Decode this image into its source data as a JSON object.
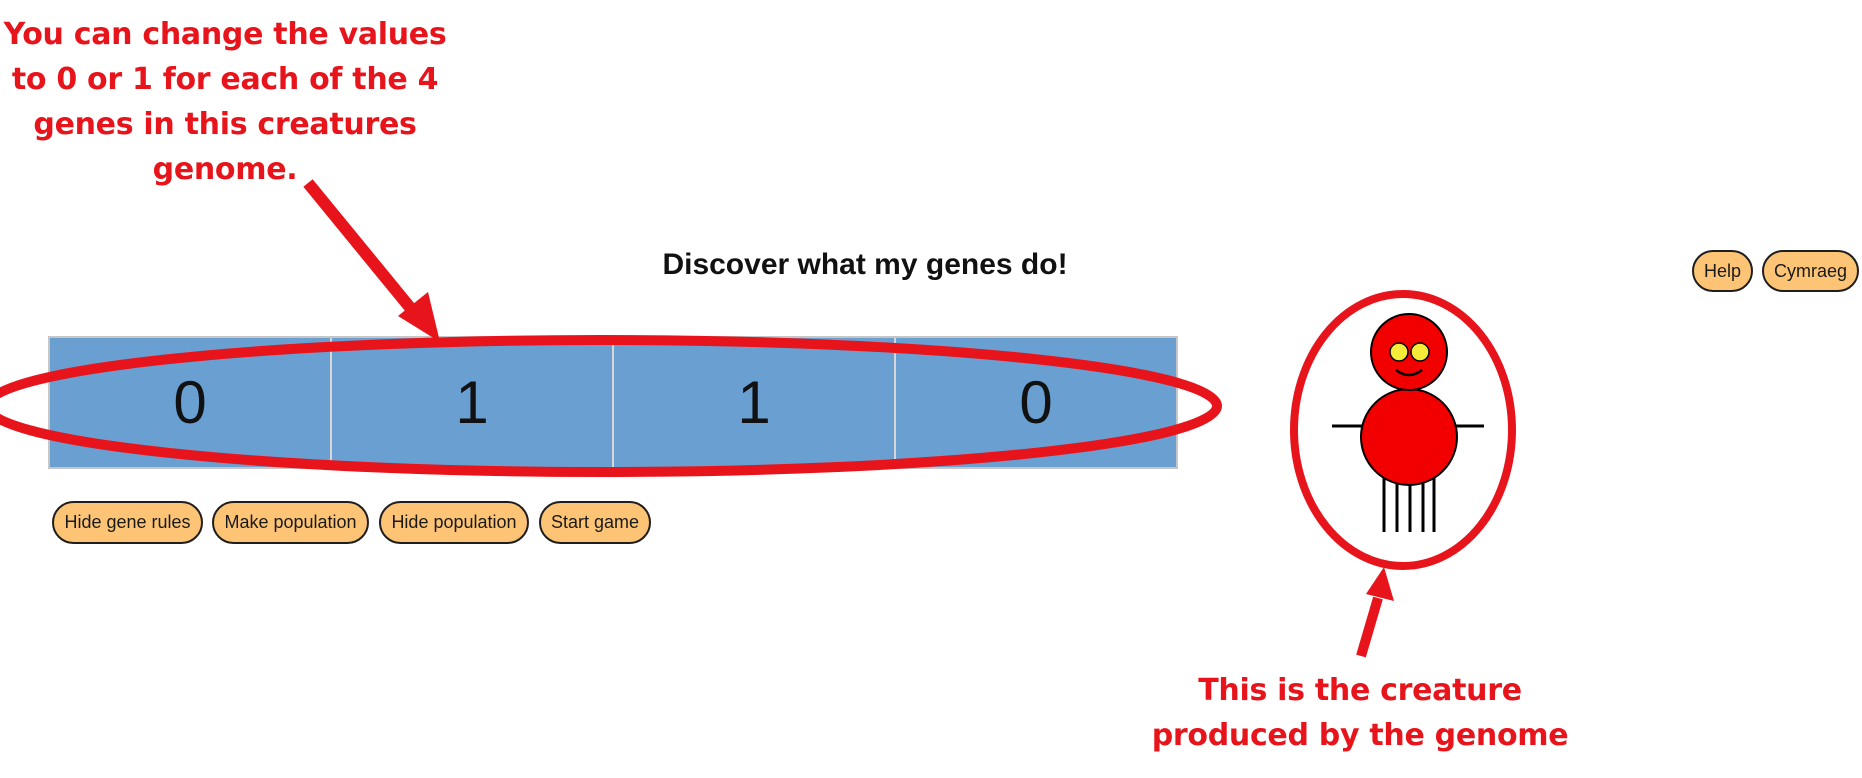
{
  "annotations": {
    "top_lines": [
      "You can change the values",
      "to 0 or 1 for each of the 4",
      "genes in this creatures",
      "genome."
    ],
    "bottom_lines": [
      "This is the creature",
      "produced by the genome"
    ]
  },
  "header": {
    "title": "Discover what my genes do!"
  },
  "top_right_buttons": {
    "help": "Help",
    "language": "Cymraeg"
  },
  "genome": {
    "genes": [
      "0",
      "1",
      "1",
      "0"
    ]
  },
  "controls": {
    "hide_gene_rules": "Hide gene rules",
    "make_population": "Make population",
    "hide_population": "Hide population",
    "start_game": "Start game"
  },
  "colors": {
    "annotation": "#e8141b",
    "gene_cell": "#6a9fd1",
    "button": "#fdc475",
    "creature_body": "#f20000",
    "creature_eyes": "#f5ec3a"
  },
  "icons": {
    "creature": "red-round-creature-icon"
  }
}
